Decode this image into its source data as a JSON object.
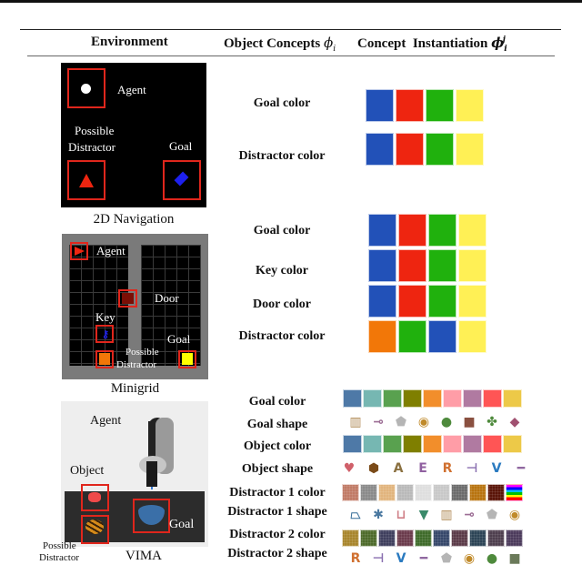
{
  "header": {
    "environment": "Environment",
    "object_concepts": "Object Concepts",
    "object_concepts_symbol": "ϕ",
    "object_concepts_sub": "i",
    "concept_instantiation": "Concept  Instantiation",
    "instantiation_symbol": "ϕ",
    "instantiation_sub": "i",
    "instantiation_sup": "j"
  },
  "environments": [
    {
      "name": "2D Navigation",
      "image_labels": {
        "agent": "Agent",
        "distractor_line1": "Possible",
        "distractor_line2": "Distractor",
        "goal": "Goal"
      },
      "concepts": [
        {
          "label": "Goal color",
          "swatches": [
            "#2251b8",
            "#ee2510",
            "#20b10d",
            "#fff055"
          ]
        },
        {
          "label": "Distractor color",
          "swatches": [
            "#2251b8",
            "#ee2510",
            "#20b10d",
            "#fff055"
          ]
        }
      ]
    },
    {
      "name": "Minigrid",
      "image_labels": {
        "agent": "Agent",
        "door": "Door",
        "key": "Key",
        "goal": "Goal",
        "distractor_line1": "Possible",
        "distractor_line2": "Distractor"
      },
      "concepts": [
        {
          "label": "Goal color",
          "swatches": [
            "#2251b8",
            "#ee2510",
            "#20b10d",
            "#fff055"
          ]
        },
        {
          "label": "Key color",
          "swatches": [
            "#2251b8",
            "#ee2510",
            "#20b10d",
            "#fff055"
          ]
        },
        {
          "label": "Door color",
          "swatches": [
            "#2251b8",
            "#ee2510",
            "#20b10d",
            "#fff055"
          ]
        },
        {
          "label": "Distractor color",
          "swatches": [
            "#f27708",
            "#20b10d",
            "#2251b8",
            "#fff055"
          ]
        }
      ]
    },
    {
      "name": "VIMA",
      "image_labels": {
        "agent": "Agent",
        "object": "Object",
        "goal": "Goal",
        "distractor_line1": "Possible",
        "distractor_line2": "Distractor"
      },
      "concepts": [
        {
          "label": "Goal color",
          "type": "color",
          "swatches": [
            "#4e79a7",
            "#76b7b2",
            "#59a14f",
            "#7f7f00",
            "#f28e2b",
            "#ff9da7",
            "#b07aa1",
            "#ff5555",
            "#edc948"
          ]
        },
        {
          "label": "Goal shape",
          "type": "shape",
          "shapes": [
            "pallet",
            "pan",
            "pentagon",
            "ring",
            "round-pattern",
            "container",
            "flower",
            "diamond"
          ]
        },
        {
          "label": "Object color",
          "type": "color",
          "swatches": [
            "#4e79a7",
            "#76b7b2",
            "#59a14f",
            "#7f7f00",
            "#f28e2b",
            "#ff9da7",
            "#b07aa1",
            "#ff5555",
            "#edc948"
          ]
        },
        {
          "label": "Object shape",
          "type": "shape",
          "shapes": [
            "heart",
            "hexagon",
            "letter-A",
            "letter-E",
            "letter-R",
            "block-L",
            "letter-V",
            "line"
          ]
        },
        {
          "label": "Distractor 1 color",
          "type": "texture",
          "swatches": [
            "#c17a66",
            "#8a8a8a",
            "#e1b47d",
            "#b9b9b9",
            "#dedede",
            "#c8c8c8",
            "#6b6b6b",
            "#b8730f",
            "#5a1408",
            "rainbow"
          ]
        },
        {
          "label": "Distractor 1 shape",
          "type": "shape",
          "shapes": [
            "frame",
            "star",
            "u-shape",
            "triangle",
            "pallet",
            "pan",
            "pentagon",
            "ring"
          ]
        },
        {
          "label": "Distractor 2 color",
          "type": "texture",
          "swatches": [
            "#a8852c",
            "#4d6a2a",
            "#3f3f5e",
            "#6b3b4c",
            "#3e6b2a",
            "#36476a",
            "#5b3a48",
            "#2c4456",
            "#4e3e4e",
            "#4c3b5c"
          ]
        },
        {
          "label": "Distractor 2 shape",
          "type": "shape",
          "shapes": [
            "letter-R",
            "block-L",
            "letter-V",
            "line",
            "pentagon",
            "ring",
            "round-pattern",
            "square"
          ]
        }
      ]
    }
  ]
}
